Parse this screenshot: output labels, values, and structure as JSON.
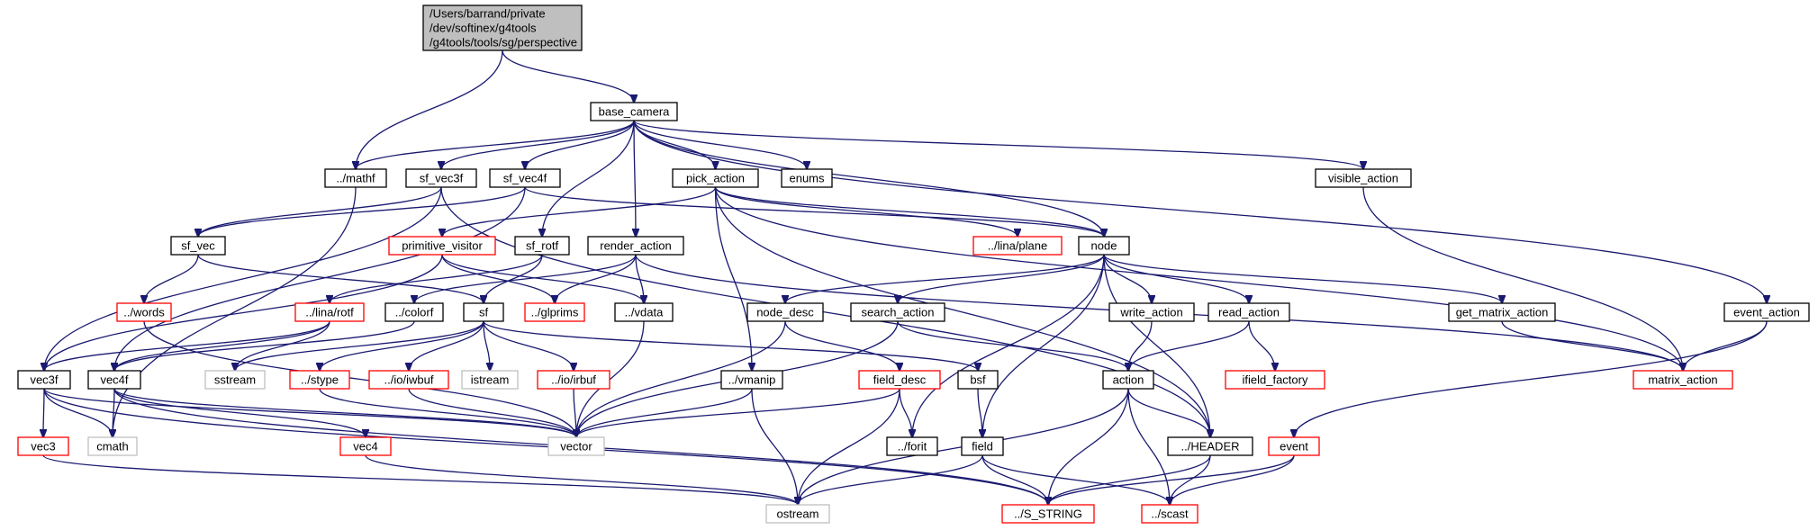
{
  "colors": {
    "edge": "#191970",
    "border_normal": "#000000",
    "border_truncated": "#ff0000",
    "border_external": "#bfbfbf",
    "root_fill": "#bfbfbf"
  },
  "nodes": [
    {
      "id": "root",
      "label": "/Users/barrand/private\n/dev/softinex/g4tools\n/g4tools/tools/sg/perspective",
      "kind": "root"
    },
    {
      "id": "base_camera",
      "label": "base_camera",
      "kind": "normal"
    },
    {
      "id": "mathf",
      "label": "../mathf",
      "kind": "normal"
    },
    {
      "id": "sf_vec3f",
      "label": "sf_vec3f",
      "kind": "normal"
    },
    {
      "id": "sf_vec4f",
      "label": "sf_vec4f",
      "kind": "normal"
    },
    {
      "id": "pick_action",
      "label": "pick_action",
      "kind": "normal"
    },
    {
      "id": "enums",
      "label": "enums",
      "kind": "normal"
    },
    {
      "id": "visible_action",
      "label": "visible_action",
      "kind": "normal"
    },
    {
      "id": "sf_vec",
      "label": "sf_vec",
      "kind": "normal"
    },
    {
      "id": "primitive_visitor",
      "label": "primitive_visitor",
      "kind": "truncated"
    },
    {
      "id": "sf_rotf",
      "label": "sf_rotf",
      "kind": "normal"
    },
    {
      "id": "render_action",
      "label": "render_action",
      "kind": "normal"
    },
    {
      "id": "lina_plane",
      "label": "../lina/plane",
      "kind": "truncated"
    },
    {
      "id": "node",
      "label": "node",
      "kind": "normal"
    },
    {
      "id": "words",
      "label": "../words",
      "kind": "truncated"
    },
    {
      "id": "lina_rotf",
      "label": "../lina/rotf",
      "kind": "truncated"
    },
    {
      "id": "colorf",
      "label": "../colorf",
      "kind": "normal"
    },
    {
      "id": "sf",
      "label": "sf",
      "kind": "normal"
    },
    {
      "id": "glprims",
      "label": "../glprims",
      "kind": "truncated"
    },
    {
      "id": "vdata",
      "label": "../vdata",
      "kind": "normal"
    },
    {
      "id": "node_desc",
      "label": "node_desc",
      "kind": "normal"
    },
    {
      "id": "search_action",
      "label": "search_action",
      "kind": "normal"
    },
    {
      "id": "write_action",
      "label": "write_action",
      "kind": "normal"
    },
    {
      "id": "read_action",
      "label": "read_action",
      "kind": "normal"
    },
    {
      "id": "get_matrix_action",
      "label": "get_matrix_action",
      "kind": "normal"
    },
    {
      "id": "event_action",
      "label": "event_action",
      "kind": "normal"
    },
    {
      "id": "vec3f",
      "label": "vec3f",
      "kind": "normal"
    },
    {
      "id": "vec4f",
      "label": "vec4f",
      "kind": "normal"
    },
    {
      "id": "sstream",
      "label": "sstream",
      "kind": "external"
    },
    {
      "id": "stype",
      "label": "../stype",
      "kind": "truncated"
    },
    {
      "id": "io_iwbuf",
      "label": "../io/iwbuf",
      "kind": "truncated"
    },
    {
      "id": "istream",
      "label": "istream",
      "kind": "external"
    },
    {
      "id": "io_irbuf",
      "label": "../io/irbuf",
      "kind": "truncated"
    },
    {
      "id": "bsf",
      "label": "bsf",
      "kind": "normal"
    },
    {
      "id": "vmanip",
      "label": "../vmanip",
      "kind": "normal"
    },
    {
      "id": "field_desc",
      "label": "field_desc",
      "kind": "truncated"
    },
    {
      "id": "action",
      "label": "action",
      "kind": "normal"
    },
    {
      "id": "ifield_factory",
      "label": "ifield_factory",
      "kind": "truncated"
    },
    {
      "id": "matrix_action",
      "label": "matrix_action",
      "kind": "truncated"
    },
    {
      "id": "vec3",
      "label": "vec3",
      "kind": "truncated"
    },
    {
      "id": "cmath",
      "label": "cmath",
      "kind": "external"
    },
    {
      "id": "vec4",
      "label": "vec4",
      "kind": "truncated"
    },
    {
      "id": "vector",
      "label": "vector",
      "kind": "external"
    },
    {
      "id": "forit",
      "label": "../forit",
      "kind": "normal"
    },
    {
      "id": "field",
      "label": "field",
      "kind": "normal"
    },
    {
      "id": "header",
      "label": "../HEADER",
      "kind": "normal"
    },
    {
      "id": "event",
      "label": "event",
      "kind": "truncated"
    },
    {
      "id": "ostream",
      "label": "ostream",
      "kind": "external"
    },
    {
      "id": "s_string",
      "label": "../S_STRING",
      "kind": "truncated"
    },
    {
      "id": "scast",
      "label": "../scast",
      "kind": "truncated"
    }
  ],
  "edges": [
    [
      "root",
      "base_camera"
    ],
    [
      "root",
      "mathf"
    ],
    [
      "base_camera",
      "mathf"
    ],
    [
      "base_camera",
      "sf_vec3f"
    ],
    [
      "base_camera",
      "sf_vec4f"
    ],
    [
      "base_camera",
      "sf_rotf"
    ],
    [
      "base_camera",
      "render_action"
    ],
    [
      "base_camera",
      "pick_action"
    ],
    [
      "base_camera",
      "enums"
    ],
    [
      "base_camera",
      "node"
    ],
    [
      "base_camera",
      "visible_action"
    ],
    [
      "base_camera",
      "event_action"
    ],
    [
      "mathf",
      "cmath"
    ],
    [
      "sf_vec3f",
      "sf_vec"
    ],
    [
      "sf_vec3f",
      "vec3f"
    ],
    [
      "sf_vec3f",
      "header"
    ],
    [
      "sf_vec4f",
      "sf_vec"
    ],
    [
      "sf_vec4f",
      "vec4f"
    ],
    [
      "sf_vec4f",
      "node"
    ],
    [
      "pick_action",
      "primitive_visitor"
    ],
    [
      "pick_action",
      "lina_plane"
    ],
    [
      "pick_action",
      "vmanip"
    ],
    [
      "pick_action",
      "matrix_action"
    ],
    [
      "pick_action",
      "header"
    ],
    [
      "pick_action",
      "node"
    ],
    [
      "visible_action",
      "matrix_action"
    ],
    [
      "sf_vec",
      "words"
    ],
    [
      "sf_vec",
      "sf"
    ],
    [
      "primitive_visitor",
      "vec3f"
    ],
    [
      "primitive_visitor",
      "glprims"
    ],
    [
      "primitive_visitor",
      "vdata"
    ],
    [
      "sf_rotf",
      "lina_rotf"
    ],
    [
      "sf_rotf",
      "sf"
    ],
    [
      "render_action",
      "colorf"
    ],
    [
      "render_action",
      "glprims"
    ],
    [
      "render_action",
      "vdata"
    ],
    [
      "render_action",
      "matrix_action"
    ],
    [
      "node",
      "node_desc"
    ],
    [
      "node",
      "search_action"
    ],
    [
      "node",
      "write_action"
    ],
    [
      "node",
      "read_action"
    ],
    [
      "node",
      "get_matrix_action"
    ],
    [
      "node",
      "field"
    ],
    [
      "node",
      "forit"
    ],
    [
      "node",
      "header"
    ],
    [
      "words",
      "vector"
    ],
    [
      "lina_rotf",
      "vec3f"
    ],
    [
      "lina_rotf",
      "vec4f"
    ],
    [
      "lina_rotf",
      "sstream"
    ],
    [
      "colorf",
      "vec4f"
    ],
    [
      "sf",
      "sstream"
    ],
    [
      "sf",
      "stype"
    ],
    [
      "sf",
      "io_iwbuf"
    ],
    [
      "sf",
      "istream"
    ],
    [
      "sf",
      "io_irbuf"
    ],
    [
      "sf",
      "bsf"
    ],
    [
      "vdata",
      "vector"
    ],
    [
      "node_desc",
      "field_desc"
    ],
    [
      "node_desc",
      "vector"
    ],
    [
      "search_action",
      "action"
    ],
    [
      "search_action",
      "vector"
    ],
    [
      "write_action",
      "action"
    ],
    [
      "read_action",
      "action"
    ],
    [
      "read_action",
      "ifield_factory"
    ],
    [
      "get_matrix_action",
      "matrix_action"
    ],
    [
      "event_action",
      "matrix_action"
    ],
    [
      "event_action",
      "event"
    ],
    [
      "vec3f",
      "vec3"
    ],
    [
      "vec3f",
      "cmath"
    ],
    [
      "vec3f",
      "vector"
    ],
    [
      "vec3f",
      "s_string"
    ],
    [
      "vec4f",
      "cmath"
    ],
    [
      "vec4f",
      "vec4"
    ],
    [
      "vec4f",
      "vector"
    ],
    [
      "vec4f",
      "s_string"
    ],
    [
      "stype",
      "vector"
    ],
    [
      "io_iwbuf",
      "vector"
    ],
    [
      "io_irbuf",
      "vector"
    ],
    [
      "bsf",
      "field"
    ],
    [
      "vmanip",
      "vector"
    ],
    [
      "vmanip",
      "ostream"
    ],
    [
      "field_desc",
      "vector"
    ],
    [
      "field_desc",
      "forit"
    ],
    [
      "field_desc",
      "ostream"
    ],
    [
      "action",
      "header"
    ],
    [
      "action",
      "s_string"
    ],
    [
      "action",
      "scast"
    ],
    [
      "action",
      "ostream"
    ],
    [
      "vec3",
      "ostream"
    ],
    [
      "vec4",
      "ostream"
    ],
    [
      "field",
      "ostream"
    ],
    [
      "field",
      "s_string"
    ],
    [
      "field",
      "scast"
    ],
    [
      "header",
      "s_string"
    ],
    [
      "header",
      "scast"
    ],
    [
      "event",
      "s_string"
    ],
    [
      "event",
      "scast"
    ]
  ]
}
